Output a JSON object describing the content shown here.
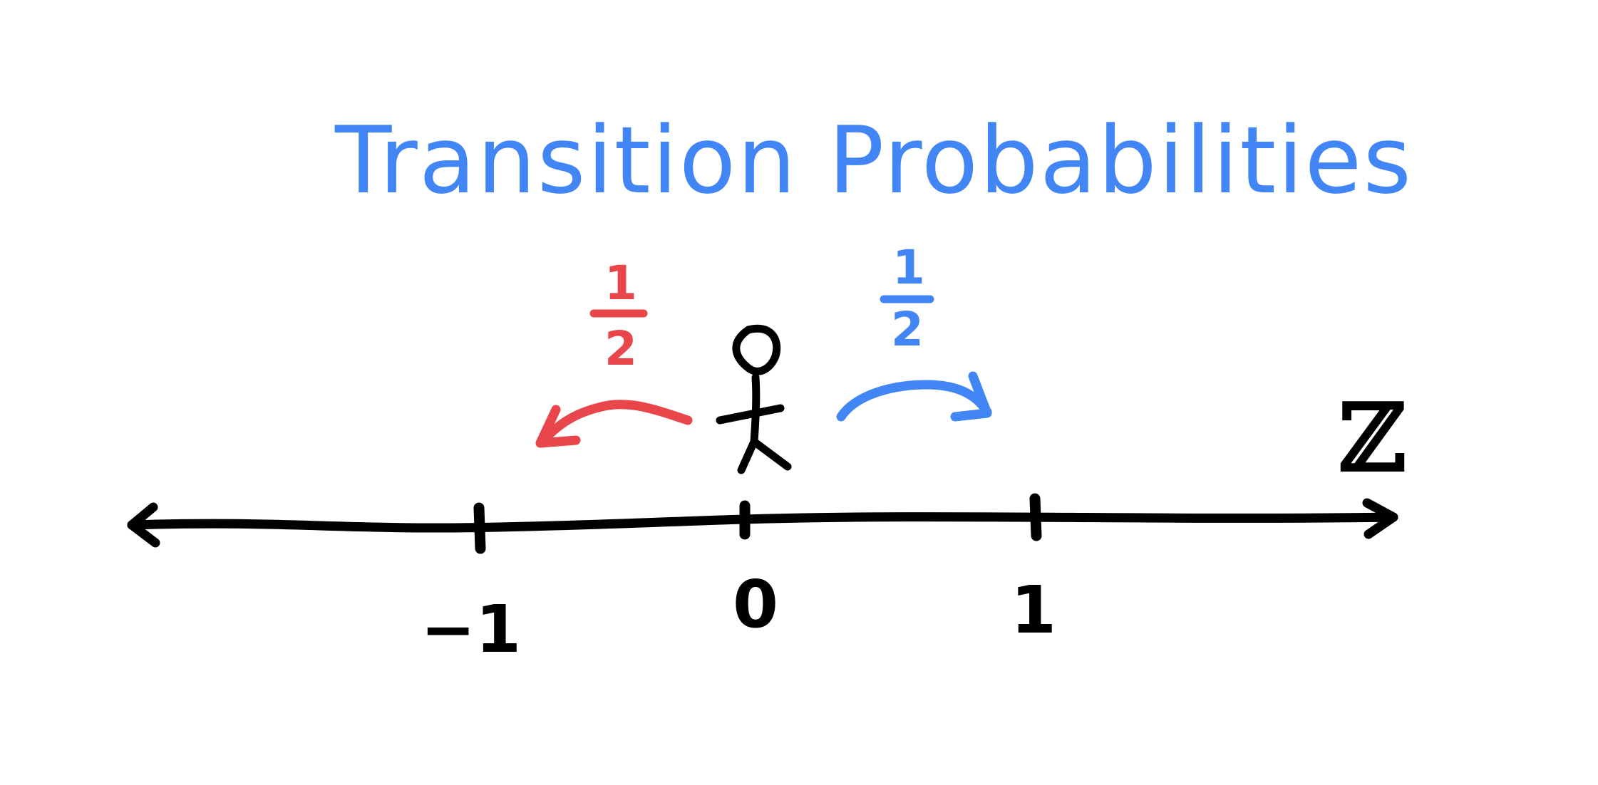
{
  "title": "Transition Probabilities",
  "set_symbol": "ℤ",
  "left_move": {
    "numerator": "1",
    "denominator": "2"
  },
  "right_move": {
    "numerator": "1",
    "denominator": "2"
  },
  "number_line": {
    "ticks": [
      {
        "label": "−1"
      },
      {
        "label": "0"
      },
      {
        "label": "1"
      }
    ]
  },
  "colors": {
    "ink": "#000000",
    "blue": "#4285f4",
    "red": "#e8464b"
  }
}
